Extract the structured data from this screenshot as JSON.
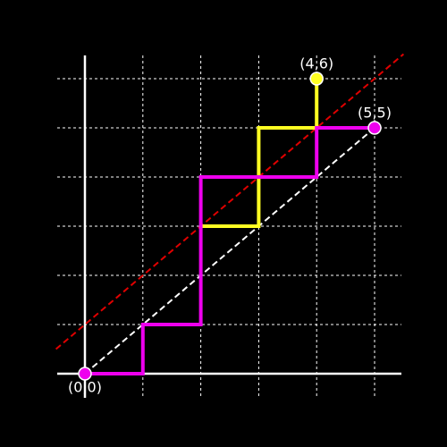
{
  "colors": {
    "background": "#000000",
    "grid": "#ffffff",
    "axis": "#ffffff",
    "diagonal": "#ffffff",
    "shifted_diagonal": "#e00000",
    "path_magenta": "#ee00ee",
    "path_yellow": "#ffff22"
  },
  "grid": {
    "x_lines": [
      1,
      2,
      3,
      4,
      5
    ],
    "y_lines": [
      1,
      2,
      3,
      4,
      5,
      6
    ]
  },
  "lines": {
    "diagonal": {
      "from": [
        0,
        0
      ],
      "to": [
        5,
        5
      ]
    },
    "shifted_diagonal": {
      "from": [
        -0.5,
        0.5
      ],
      "to": [
        5.5,
        6.5
      ]
    }
  },
  "paths": {
    "magenta": [
      [
        0,
        0
      ],
      [
        1,
        0
      ],
      [
        1,
        1
      ],
      [
        2,
        1
      ],
      [
        2,
        4
      ],
      [
        4,
        4
      ],
      [
        4,
        5
      ],
      [
        5,
        5
      ]
    ],
    "yellow": [
      [
        2,
        3
      ],
      [
        3,
        3
      ],
      [
        3,
        5
      ],
      [
        4,
        5
      ],
      [
        4,
        6
      ]
    ]
  },
  "points": [
    {
      "name": "origin",
      "label": "(0,0)",
      "x": 0,
      "y": 0,
      "color": "#ee00ee",
      "label_pos": "below"
    },
    {
      "name": "end-yellow",
      "label": "(4,6)",
      "x": 4,
      "y": 6,
      "color": "#ffff22",
      "label_pos": "above"
    },
    {
      "name": "end-magenta",
      "label": "(5,5)",
      "x": 5,
      "y": 5,
      "color": "#ee00ee",
      "label_pos": "above"
    }
  ]
}
